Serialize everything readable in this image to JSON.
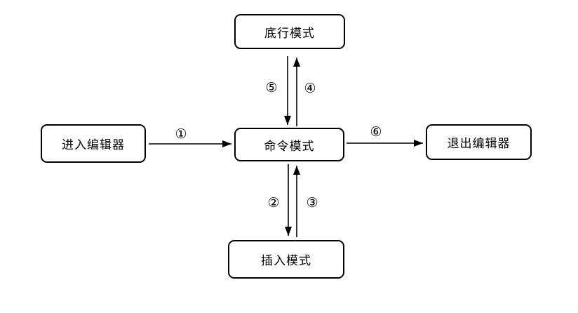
{
  "diagram": {
    "title_hint": "editor mode transition diagram",
    "nodes": {
      "bottom_line_mode": "底行模式",
      "enter_editor": "进入编辑器",
      "command_mode": "命令模式",
      "exit_editor": "退出编辑器",
      "insert_mode": "插入模式"
    },
    "edge_labels": {
      "step1": "①",
      "step2": "②",
      "step3": "③",
      "step4": "④",
      "step5": "⑤",
      "step6": "⑥"
    },
    "edges": [
      {
        "from": "enter_editor",
        "to": "command_mode",
        "label": "①"
      },
      {
        "from": "command_mode",
        "to": "insert_mode",
        "label": "②"
      },
      {
        "from": "insert_mode",
        "to": "command_mode",
        "label": "③"
      },
      {
        "from": "command_mode",
        "to": "bottom_line_mode",
        "label": "④"
      },
      {
        "from": "bottom_line_mode",
        "to": "command_mode",
        "label": "⑤"
      },
      {
        "from": "command_mode",
        "to": "exit_editor",
        "label": "⑥"
      }
    ],
    "colors": {
      "line": "#000000",
      "box_border": "#000000",
      "box_fill": "#ffffff",
      "background": "#ffffff",
      "text": "#000000"
    }
  }
}
